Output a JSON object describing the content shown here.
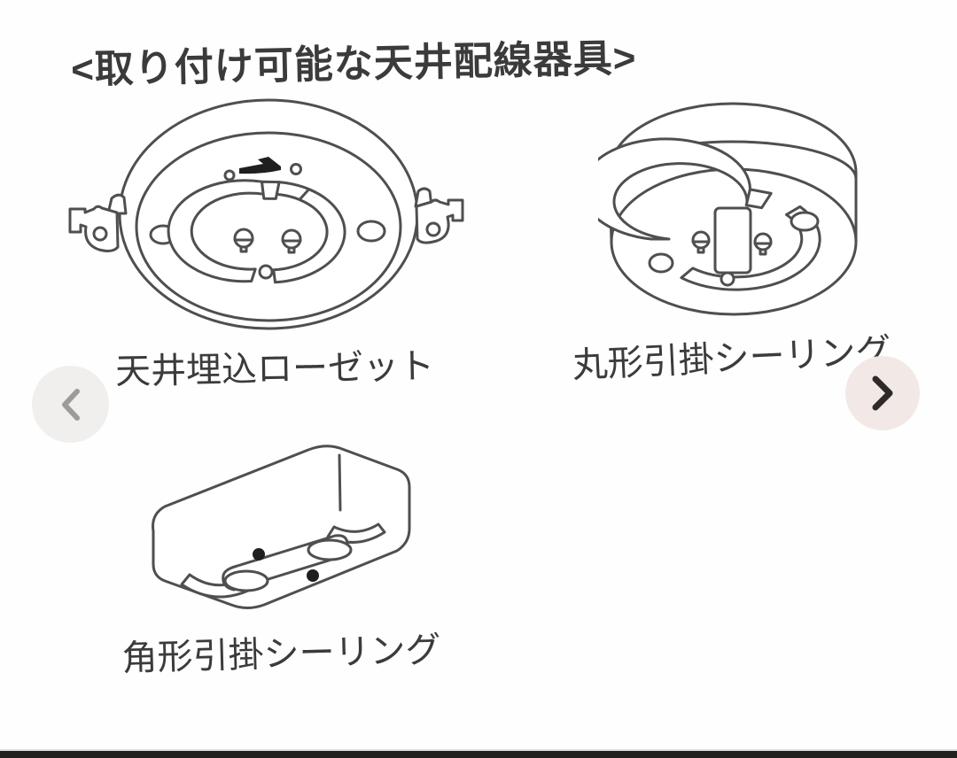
{
  "header": {
    "title": "<取り付け可能な天井配線器具>"
  },
  "figures": [
    {
      "name": "ceiling-recessed-rosette",
      "label": "天井埋込ローゼット"
    },
    {
      "name": "round-hook-ceiling-socket",
      "label": "丸形引掛シーリング"
    },
    {
      "name": "square-hook-ceiling-socket",
      "label": "角形引掛シーリング"
    }
  ],
  "carousel": {
    "prev_icon": "chevron-left",
    "next_icon": "chevron-right"
  },
  "colors": {
    "ink": "#3b3b3b",
    "line": "#4f4f4f",
    "prev_button_bg": "#f1efee",
    "prev_chevron": "#9d9a9a",
    "next_button_bg": "#f2e9e6",
    "next_chevron": "#2e2a29",
    "footer_bar": "#232120"
  }
}
